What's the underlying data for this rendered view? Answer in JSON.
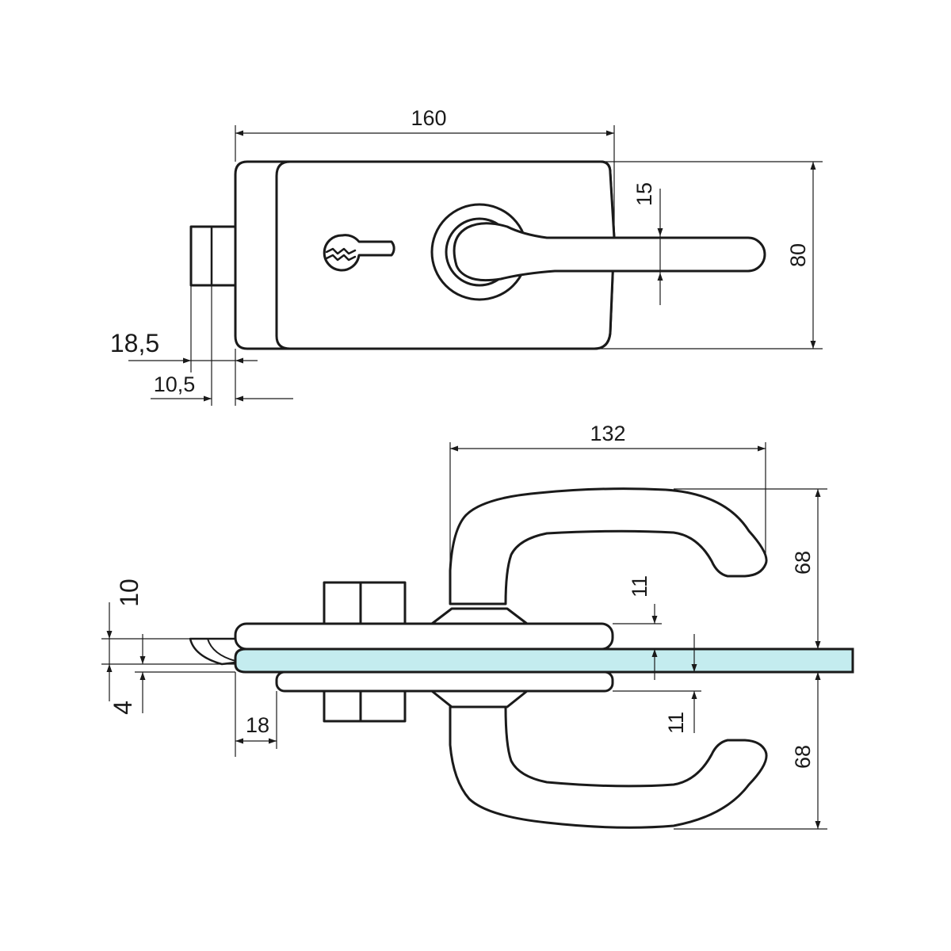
{
  "dimensions": {
    "top_width": "160",
    "top_height": "80",
    "handle_offset": "15",
    "bolt_outer": "18,5",
    "bolt_inner": "10,5",
    "handle_span": "132",
    "handle_height_upper": "68",
    "handle_height_lower": "68",
    "glass_thickness": "10",
    "glass_gap": "4",
    "body_depth": "18",
    "rose_upper": "11",
    "rose_lower": "11"
  },
  "colors": {
    "line": "#1a1a1a",
    "glass": "#c4ecef",
    "background": "#ffffff"
  }
}
